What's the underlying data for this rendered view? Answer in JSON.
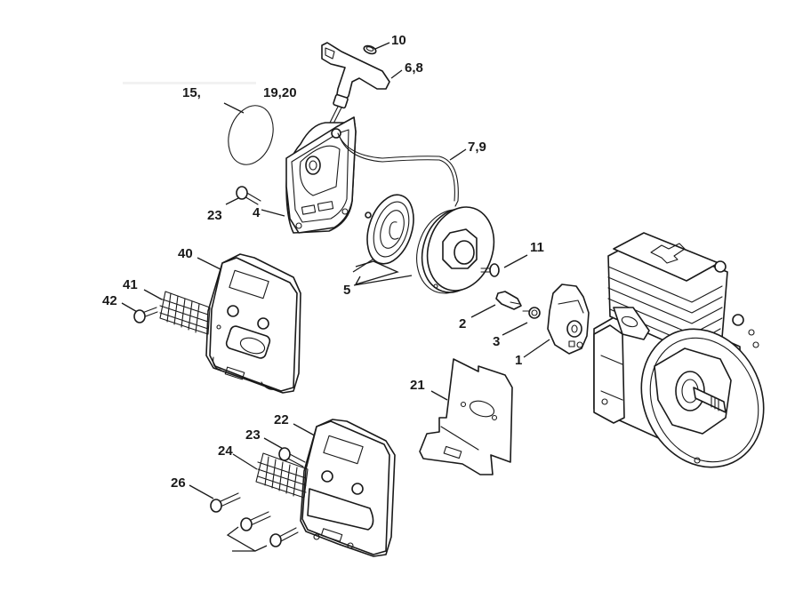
{
  "diagram": {
    "type": "exploded-parts-diagram",
    "subject": "Recoil starter, muffler and engine assembly",
    "line_color": "#1a1a1a",
    "background_color": "#ffffff"
  },
  "callouts": [
    {
      "id": "c10",
      "text": "10",
      "part": "rope-guide-insert"
    },
    {
      "id": "c68",
      "text": "6,8",
      "part": "starter-grip"
    },
    {
      "id": "c1520a",
      "text": "15,",
      "part": "o-ring"
    },
    {
      "id": "c1520b",
      "text": "19,20",
      "part": "o-ring"
    },
    {
      "id": "c79",
      "text": "7,9",
      "part": "starter-rope"
    },
    {
      "id": "c23a",
      "text": "23",
      "part": "screw"
    },
    {
      "id": "c4",
      "text": "4",
      "part": "fan-housing"
    },
    {
      "id": "c5",
      "text": "5",
      "part": "rewind-spring-and-rope-rotor"
    },
    {
      "id": "c11",
      "text": "11",
      "part": "screw"
    },
    {
      "id": "c40",
      "text": "40",
      "part": "muffler"
    },
    {
      "id": "c41",
      "text": "41",
      "part": "spark-arresting-screen"
    },
    {
      "id": "c42",
      "text": "42",
      "part": "screw"
    },
    {
      "id": "c2",
      "text": "2",
      "part": "spark-plug-boot"
    },
    {
      "id": "c3",
      "text": "3",
      "part": "spring"
    },
    {
      "id": "c1",
      "text": "1",
      "part": "ignition-module"
    },
    {
      "id": "c21",
      "text": "21",
      "part": "gasket"
    },
    {
      "id": "c22",
      "text": "22",
      "part": "muffler"
    },
    {
      "id": "c23b",
      "text": "23",
      "part": "screw"
    },
    {
      "id": "c24",
      "text": "24",
      "part": "spark-arresting-screen"
    },
    {
      "id": "c26",
      "text": "26",
      "part": "screw"
    }
  ]
}
